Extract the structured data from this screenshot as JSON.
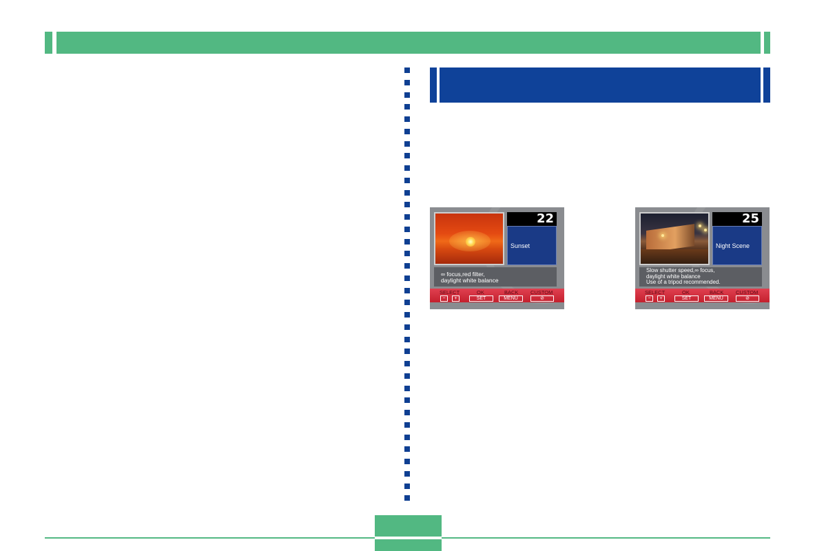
{
  "screens": [
    {
      "number": "22",
      "scene_name": "Sunset",
      "description_lines": [
        "∞ focus,red filter,",
        "daylight white balance"
      ],
      "buttons": {
        "select_label": "SELECT",
        "minus": "−",
        "plus": "+",
        "ok_label": "OK",
        "set": "SET",
        "back_label": "BACK",
        "menu": "MENU",
        "custom_label": "CUSTOM",
        "custom_icon": "⊘"
      }
    },
    {
      "number": "25",
      "scene_name": "Night Scene",
      "description_lines": [
        "Slow shutter speed,∞ focus,",
        "daylight white balance",
        "Use of a tripod recommended."
      ],
      "buttons": {
        "select_label": "SELECT",
        "minus": "−",
        "plus": "+",
        "ok_label": "OK",
        "set": "SET",
        "back_label": "BACK",
        "menu": "MENU",
        "custom_label": "CUSTOM",
        "custom_icon": "⊘"
      }
    }
  ],
  "colors": {
    "header_green": "#52b882",
    "section_blue": "#0f4299",
    "divider_blue": "#0f3f92",
    "footer_line": "#52b882"
  }
}
